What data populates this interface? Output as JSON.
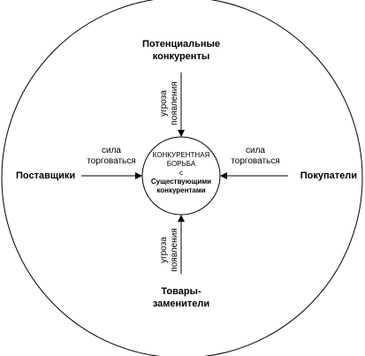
{
  "diagram": {
    "center": {
      "lines": [
        "КОНКУРЕНТНАЯ",
        "БОРЬБА",
        "с",
        "Существующими",
        "конкурентами"
      ]
    },
    "top": {
      "title_line1": "Потенциальные",
      "title_line2": "конкуренты",
      "arrow_line1": "угроза",
      "arrow_line2": "появления"
    },
    "bottom": {
      "title_line1": "Товары-",
      "title_line2": "заменители",
      "arrow_line1": "угроза",
      "arrow_line2": "появления"
    },
    "left": {
      "title": "Поставщики",
      "arrow_line1": "сила",
      "arrow_line2": "торговаться"
    },
    "right": {
      "title": "Покупатели",
      "arrow_line1": "сила",
      "arrow_line2": "торговаться"
    }
  }
}
